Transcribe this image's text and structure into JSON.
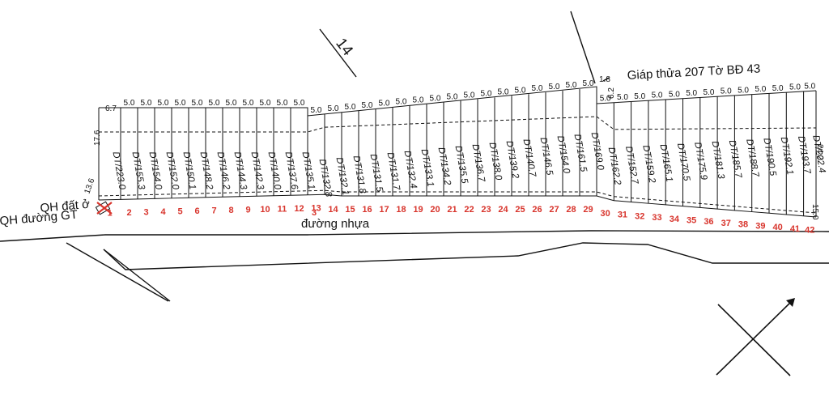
{
  "map_number": "14",
  "neighbor_label": "Giáp thửa 207 Tờ BĐ 43",
  "road_label": "đường nhựa",
  "zone_labels": [
    "QH đất ở",
    "QH đường GT"
  ],
  "left_frontage_labels": [
    "6.7"
  ],
  "side_lengths": {
    "left": "17.6",
    "corner": "13.6",
    "right_top": "24.2",
    "right_bottom": "15.0",
    "bend_1": "1.8",
    "bend_2": "6.2",
    "lot_13_extra": "3"
  },
  "lot_width": "5.0",
  "lots": [
    {
      "no": "1",
      "area": "DT/223.0"
    },
    {
      "no": "2",
      "area": "DT/155.3"
    },
    {
      "no": "3",
      "area": "DT/154.0"
    },
    {
      "no": "4",
      "area": "DT/152.0"
    },
    {
      "no": "5",
      "area": "DT/150.1"
    },
    {
      "no": "6",
      "area": "DT/148.2"
    },
    {
      "no": "7",
      "area": "DT/146.2"
    },
    {
      "no": "8",
      "area": "DT/144.3"
    },
    {
      "no": "9",
      "area": "DT/142.3"
    },
    {
      "no": "10",
      "area": "DT/140.0"
    },
    {
      "no": "11",
      "area": "DT/137.6"
    },
    {
      "no": "12",
      "area": "DT/135.1"
    },
    {
      "no": "13",
      "area": "DT/132.8"
    },
    {
      "no": "14",
      "area": "DT/132.1"
    },
    {
      "no": "15",
      "area": "DT/131.8"
    },
    {
      "no": "16",
      "area": "DT/131.5"
    },
    {
      "no": "17",
      "area": "DT/131.7"
    },
    {
      "no": "18",
      "area": "DT/132.4"
    },
    {
      "no": "19",
      "area": "DT/133.1"
    },
    {
      "no": "20",
      "area": "DT/134.2"
    },
    {
      "no": "21",
      "area": "DT/135.5"
    },
    {
      "no": "22",
      "area": "DT/136.7"
    },
    {
      "no": "23",
      "area": "DT/138.0"
    },
    {
      "no": "24",
      "area": "DT/139.2"
    },
    {
      "no": "25",
      "area": "DT/140.7"
    },
    {
      "no": "26",
      "area": "DT/146.5"
    },
    {
      "no": "27",
      "area": "DT/154.0"
    },
    {
      "no": "28",
      "area": "DT/161.5"
    },
    {
      "no": "29",
      "area": "DT/169.0"
    },
    {
      "no": "30",
      "area": "DT/162.2"
    },
    {
      "no": "31",
      "area": "DT/152.7"
    },
    {
      "no": "32",
      "area": "DT/159.2"
    },
    {
      "no": "33",
      "area": "DT/165.1"
    },
    {
      "no": "34",
      "area": "DT/170.5"
    },
    {
      "no": "35",
      "area": "DT/175.9"
    },
    {
      "no": "36",
      "area": "DT/181.3"
    },
    {
      "no": "37",
      "area": "DT/185.7"
    },
    {
      "no": "38",
      "area": "DT/188.7"
    },
    {
      "no": "39",
      "area": "DT/190.5"
    },
    {
      "no": "40",
      "area": "DT/192.1"
    },
    {
      "no": "41",
      "area": "DT/193.7"
    },
    {
      "no": "42",
      "area": "DT/202.4"
    }
  ]
}
